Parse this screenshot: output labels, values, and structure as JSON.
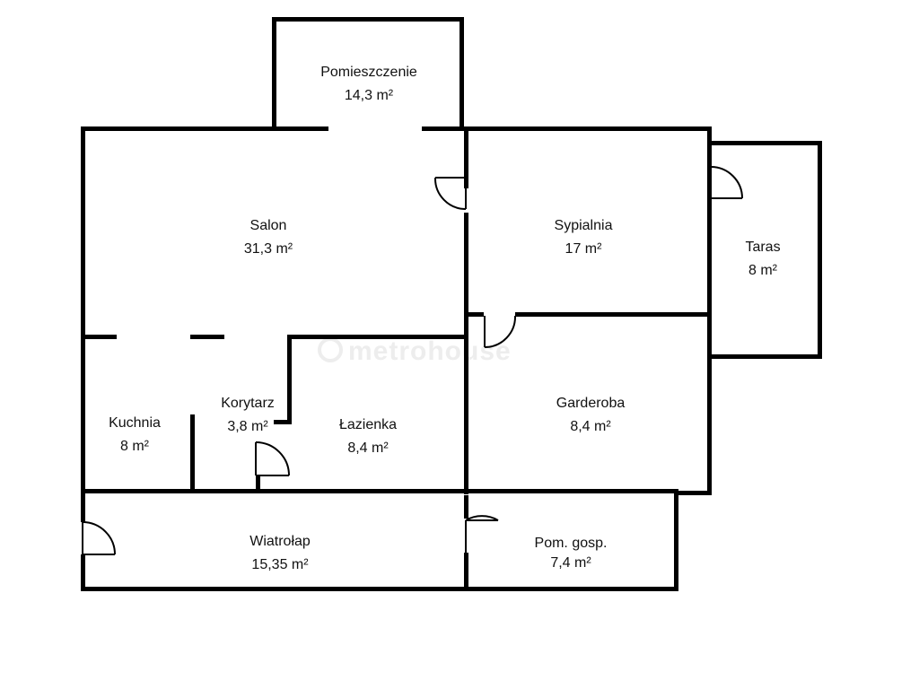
{
  "watermark": {
    "text": "metrohouse",
    "icon": "metrohouse-logo-icon"
  },
  "colors": {
    "wall": "#000000",
    "background": "#ffffff",
    "watermark": "#ededed",
    "text": "#111111"
  },
  "rooms": [
    {
      "id": "pomieszczenie",
      "name": "Pomieszczenie",
      "area": "14,3 m²"
    },
    {
      "id": "salon",
      "name": "Salon",
      "area": "31,3 m²"
    },
    {
      "id": "sypialnia",
      "name": "Sypialnia",
      "area": "17 m²"
    },
    {
      "id": "taras",
      "name": "Taras",
      "area": "8 m²"
    },
    {
      "id": "kuchnia",
      "name": "Kuchnia",
      "area": "8 m²"
    },
    {
      "id": "korytarz",
      "name": "Korytarz",
      "area": "3,8 m²"
    },
    {
      "id": "lazienka",
      "name": "Łazienka",
      "area": "8,4 m²"
    },
    {
      "id": "garderoba",
      "name": "Garderoba",
      "area": "8,4 m²"
    },
    {
      "id": "wiatrolap",
      "name": "Wiatrołap",
      "area": "15,35 m²"
    },
    {
      "id": "pom-gosp",
      "name": "Pom. gosp.",
      "area": "7,4 m²"
    }
  ]
}
